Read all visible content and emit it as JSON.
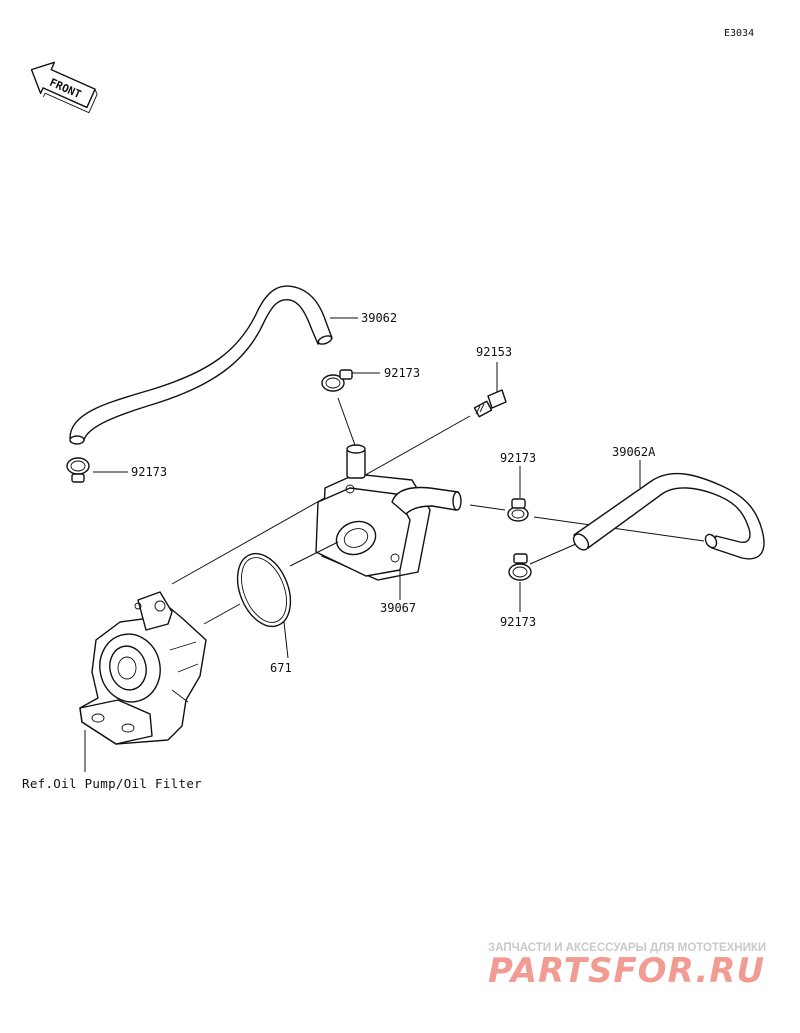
{
  "diagram_code": "E3034",
  "front_label": "FRONT",
  "parts": {
    "hose_upper": "39062",
    "clamp_upper_right": "92173",
    "clamp_left": "92173",
    "bolt": "92153",
    "clamp_mid": "92173",
    "hose_right": "39062A",
    "clamp_lower": "92173",
    "oil_cooler": "39067",
    "o_ring": "671"
  },
  "reference": "Ref.Oil Pump/Oil Filter",
  "watermark": {
    "tagline": "ЗАПЧАСТИ И АКСЕССУАРЫ ДЛЯ МОТОТЕХНИКИ",
    "logo": "PARTSFOR.RU"
  },
  "colors": {
    "line": "#111111",
    "background": "#ffffff",
    "watermark_red": "#e84a3a",
    "watermark_gray": "#c9c9c9"
  }
}
